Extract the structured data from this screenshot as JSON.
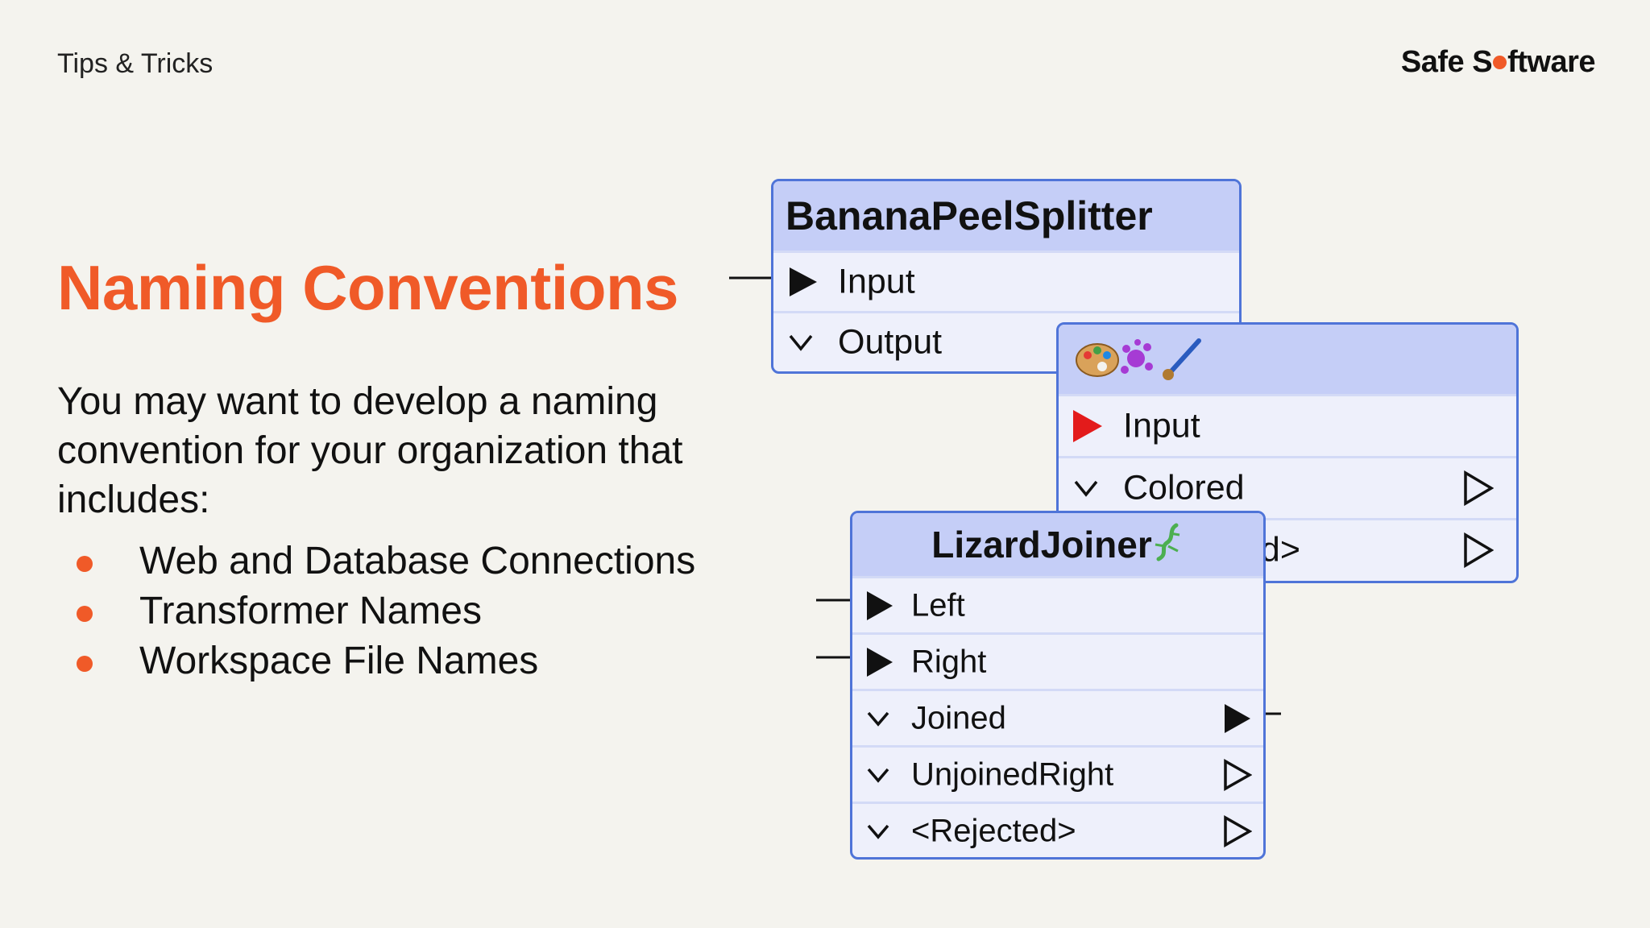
{
  "header": {
    "left_text": "Tips & Tricks",
    "logo_part1": "Safe S",
    "logo_part2": "ftware"
  },
  "slide": {
    "title": "Naming Conventions",
    "body": "You may want to develop a naming convention for your organization that includes:",
    "bullets": [
      "Web and Database Connections",
      "Transformer Names",
      "Workspace File Names"
    ]
  },
  "transformers": {
    "banana": {
      "title": "BananaPeelSplitter",
      "ports": [
        "Input",
        "Output"
      ]
    },
    "painter": {
      "title_icons": [
        "palette-icon",
        "splash-icon",
        "brush-icon"
      ],
      "ports": [
        "Input",
        "Colored",
        "<Rejected>"
      ]
    },
    "lizard": {
      "title": "LizardJoiner",
      "title_icon": "lizard-icon",
      "ports": [
        "Left",
        "Right",
        "Joined",
        "UnjoinedRight",
        "<Rejected>"
      ]
    }
  },
  "colors": {
    "accent": "#f05a28",
    "box_border": "#4f74d8",
    "box_header": "#c5cef7",
    "box_body": "#eef0fb",
    "input_marker_red": "#e31b1b"
  }
}
